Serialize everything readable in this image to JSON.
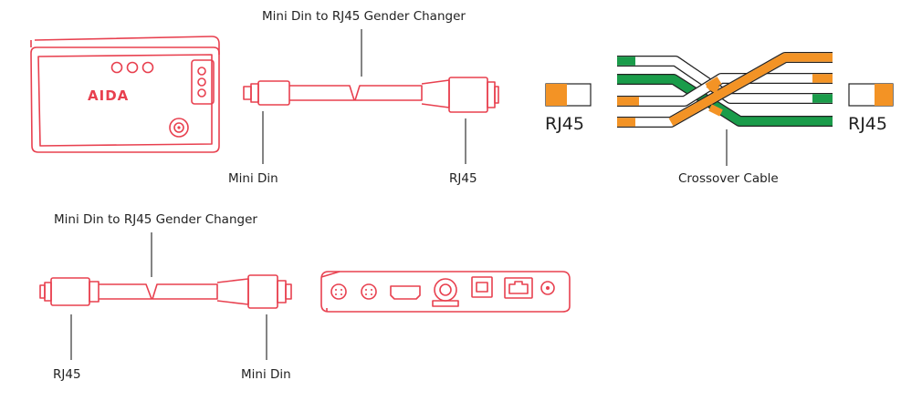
{
  "labels": {
    "top_changer": "Mini Din to RJ45 Gender Changer",
    "top_minidin": "Mini Din",
    "top_rj45": "RJ45",
    "crossover_left_rj45": "RJ45",
    "crossover_right_rj45": "RJ45",
    "crossover_cable": "Crossover Cable",
    "bottom_changer": "Mini Din to RJ45 Gender Changer",
    "bottom_rj45": "RJ45",
    "bottom_minidin": "Mini Din",
    "device_brand": "AIDA"
  },
  "colors": {
    "device_outline": "#e8404f",
    "wire_orange": "#f39325",
    "wire_green": "#1a9c4a",
    "wire_outline": "#222222"
  },
  "icons": [
    "camera-device",
    "gender-changer-cable",
    "crossover-cable",
    "control-box-device"
  ]
}
